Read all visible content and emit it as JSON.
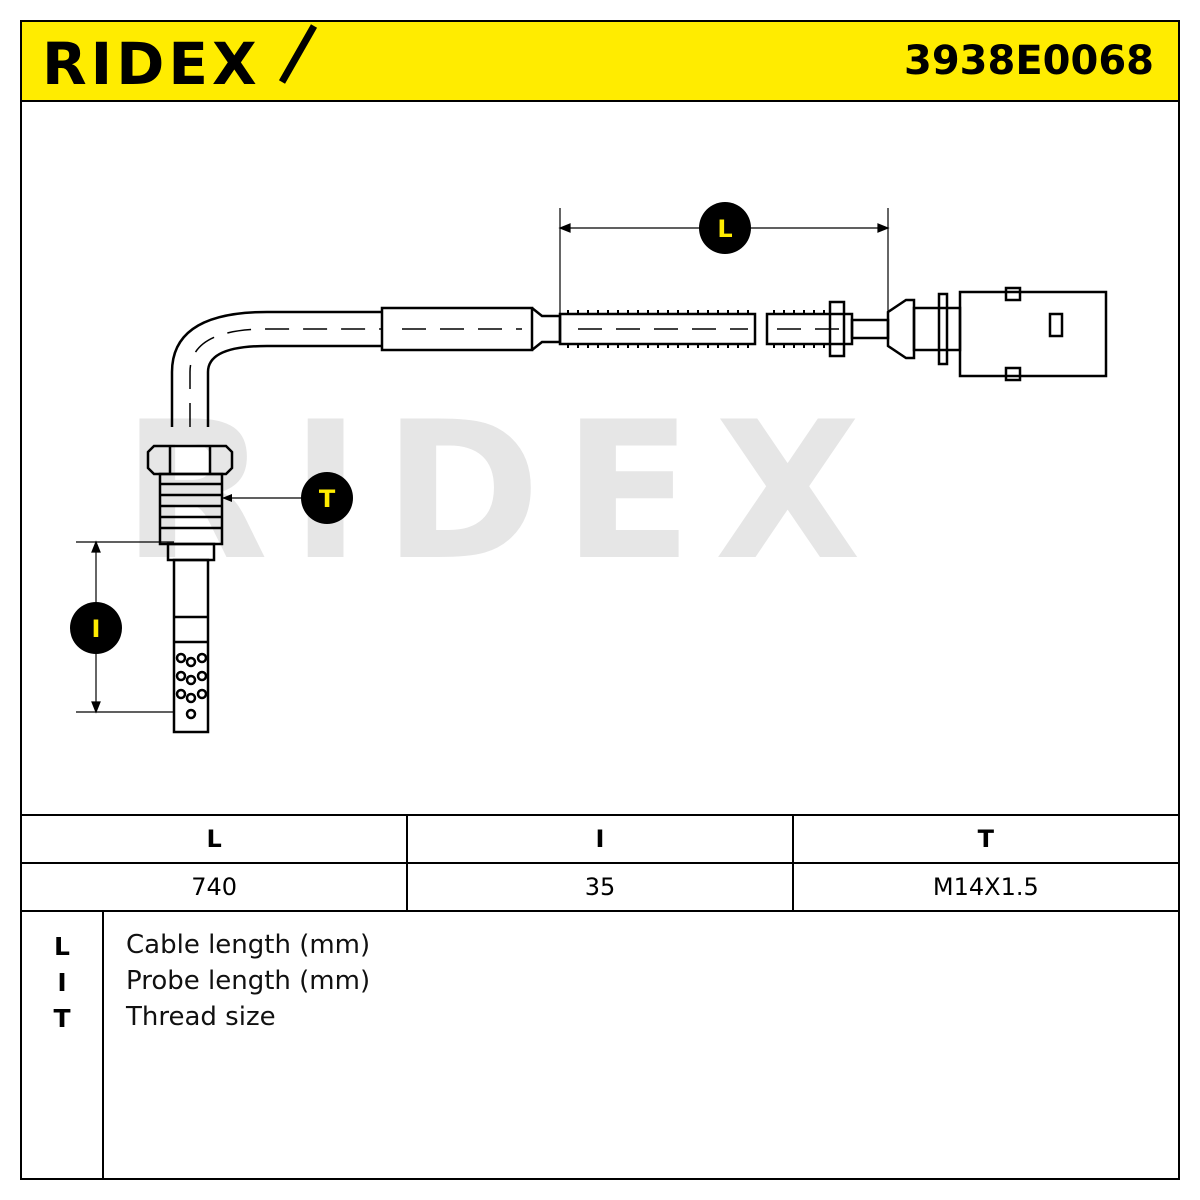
{
  "brand": "RIDEX",
  "part_number": "3938E0068",
  "watermark": "RIDEX",
  "callouts": {
    "L": "L",
    "I": "I",
    "T": "T"
  },
  "table": {
    "headers": [
      "L",
      "I",
      "T"
    ],
    "values": [
      "740",
      "35",
      "M14X1.5"
    ]
  },
  "legend": [
    {
      "key": "L",
      "desc": "Cable length (mm)"
    },
    {
      "key": "I",
      "desc": "Probe length (mm)"
    },
    {
      "key": "T",
      "desc": "Thread size"
    }
  ],
  "colors": {
    "header_bg": "#ffec00",
    "line": "#000000",
    "watermark": "#e6e6e6"
  }
}
